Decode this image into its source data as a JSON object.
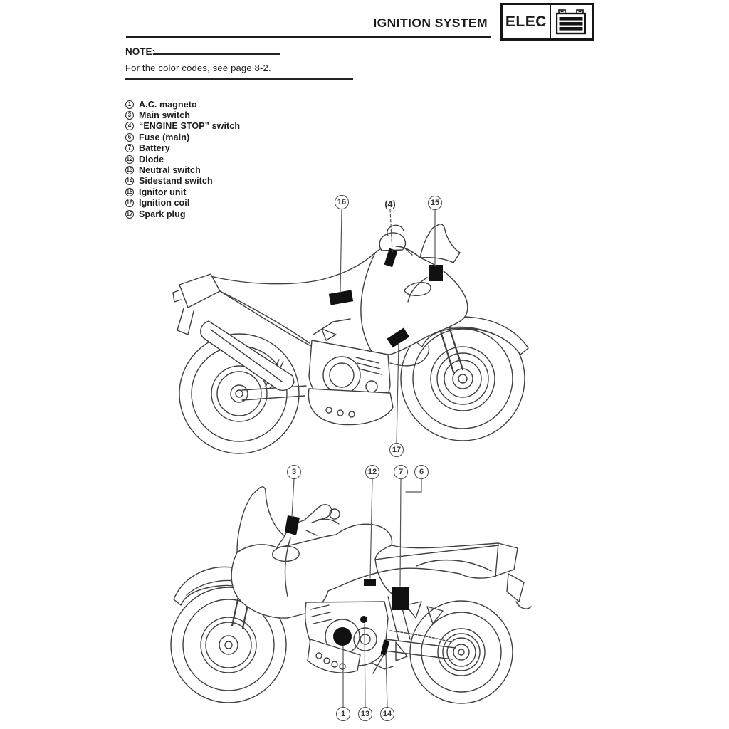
{
  "header": {
    "title": "IGNITION SYSTEM",
    "badge": "ELEC",
    "badge_icon": "battery-icon"
  },
  "note": {
    "label": "NOTE:",
    "text": "For the color codes, see page 8-2."
  },
  "parts": [
    {
      "num": "1",
      "label": "A.C. magneto"
    },
    {
      "num": "3",
      "label": "Main switch"
    },
    {
      "num": "4",
      "label": "“ENGINE STOP” switch"
    },
    {
      "num": "6",
      "label": "Fuse (main)"
    },
    {
      "num": "7",
      "label": "Battery"
    },
    {
      "num": "12",
      "label": "Diode"
    },
    {
      "num": "13",
      "label": "Neutral switch"
    },
    {
      "num": "14",
      "label": "Sidestand switch"
    },
    {
      "num": "15",
      "label": "Ignitor unit"
    },
    {
      "num": "16",
      "label": "Ignition coil"
    },
    {
      "num": "17",
      "label": "Spark plug"
    }
  ],
  "diagram": {
    "callouts": {
      "c16": "16",
      "c4": "(4)",
      "c15": "15",
      "c17": "17",
      "c3": "3",
      "c12": "12",
      "c7": "7",
      "c6": "6",
      "c1": "1",
      "c13": "13",
      "c14": "14"
    }
  },
  "colors": {
    "ink": "#1b1b1b",
    "line_art": "#3f3f3f",
    "marker": "#111111"
  }
}
